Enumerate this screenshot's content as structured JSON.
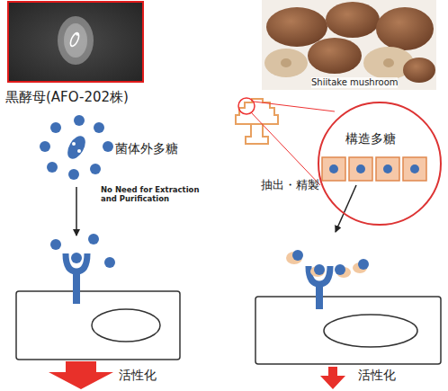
{
  "diagram": {
    "nodes": [
      {
        "text": [
          "黒酵母(AFO-202株)"
        ]
      },
      {
        "text": [
          "Shiitake mushroom"
        ]
      },
      {
        "text": [
          "構造多糖"
        ]
      }
    ],
    "labels": [
      "菌体外多糖",
      "No Need for Extraction and Purification",
      "抽出・精製",
      "活性化",
      "活性化"
    ]
  }
}
